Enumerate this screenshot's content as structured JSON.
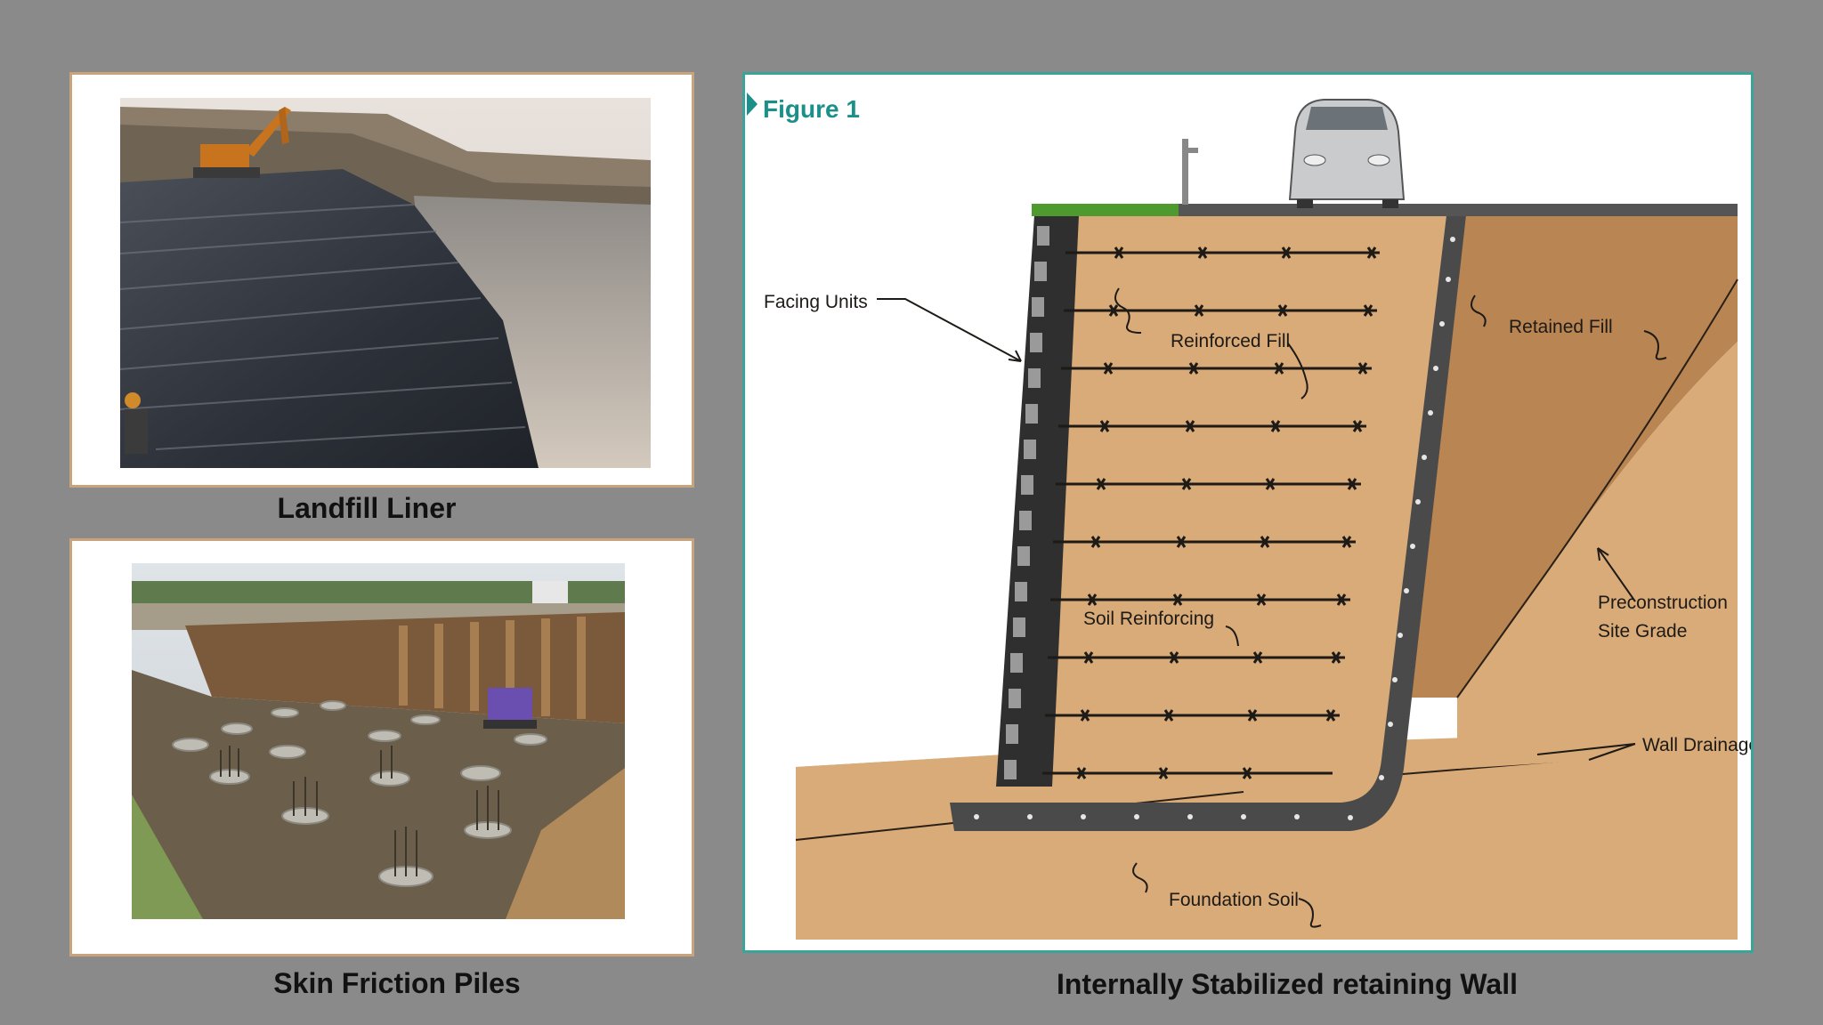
{
  "captions": {
    "landfill": "Landfill Liner",
    "piles": "Skin Friction Piles",
    "wall": "Internally Stabilized retaining Wall"
  },
  "diagram": {
    "figure_label": "Figure 1",
    "labels": {
      "facing_units": "Facing Units",
      "reinforced_fill": "Reinforced Fill",
      "retained_fill": "Retained Fill",
      "soil_reinforcing": "Soil Reinforcing",
      "preconstruction_line1": "Preconstruction",
      "preconstruction_line2": "Site Grade",
      "wall_drainage": "Wall Drainage",
      "foundation_soil": "Foundation Soil"
    }
  },
  "colors": {
    "background": "#8a8a8a",
    "photo_border": "#c9a37c",
    "diagram_border": "#3aa39a",
    "figure_label": "#1b8f8a",
    "soil_light": "#d8ab78",
    "soil_dark": "#b98552"
  }
}
